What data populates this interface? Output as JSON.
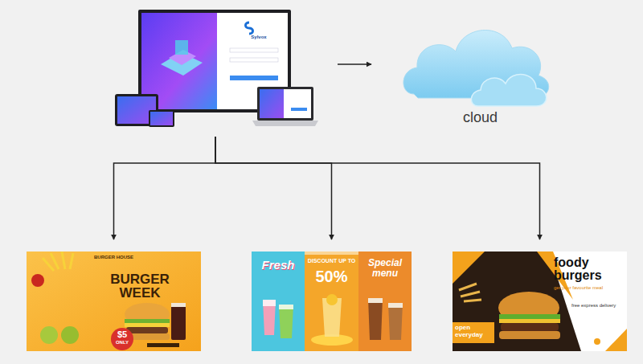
{
  "diagram": {
    "nodes": [
      {
        "text": [
          "Sylvox"
        ]
      },
      {
        "text": [
          "cloud"
        ]
      },
      {
        "text": [
          "BURGER HOUSE",
          "BURGER WEEK",
          "$5",
          "ONLY"
        ]
      },
      {
        "text": [
          "Fresh",
          "DISCOUNT UP TO",
          "50%",
          "Special menu"
        ]
      },
      {
        "text": [
          "foody burgers",
          "get your favourite meal",
          "open everyday",
          "free express delivery"
        ]
      }
    ],
    "edges": [
      {
        "from": 0,
        "to": 1,
        "arrow": "to"
      },
      {
        "from": 0,
        "to": 2,
        "arrow": "to"
      },
      {
        "from": 0,
        "to": 3,
        "arrow": "to"
      },
      {
        "from": 0,
        "to": 4,
        "arrow": "to"
      }
    ]
  }
}
